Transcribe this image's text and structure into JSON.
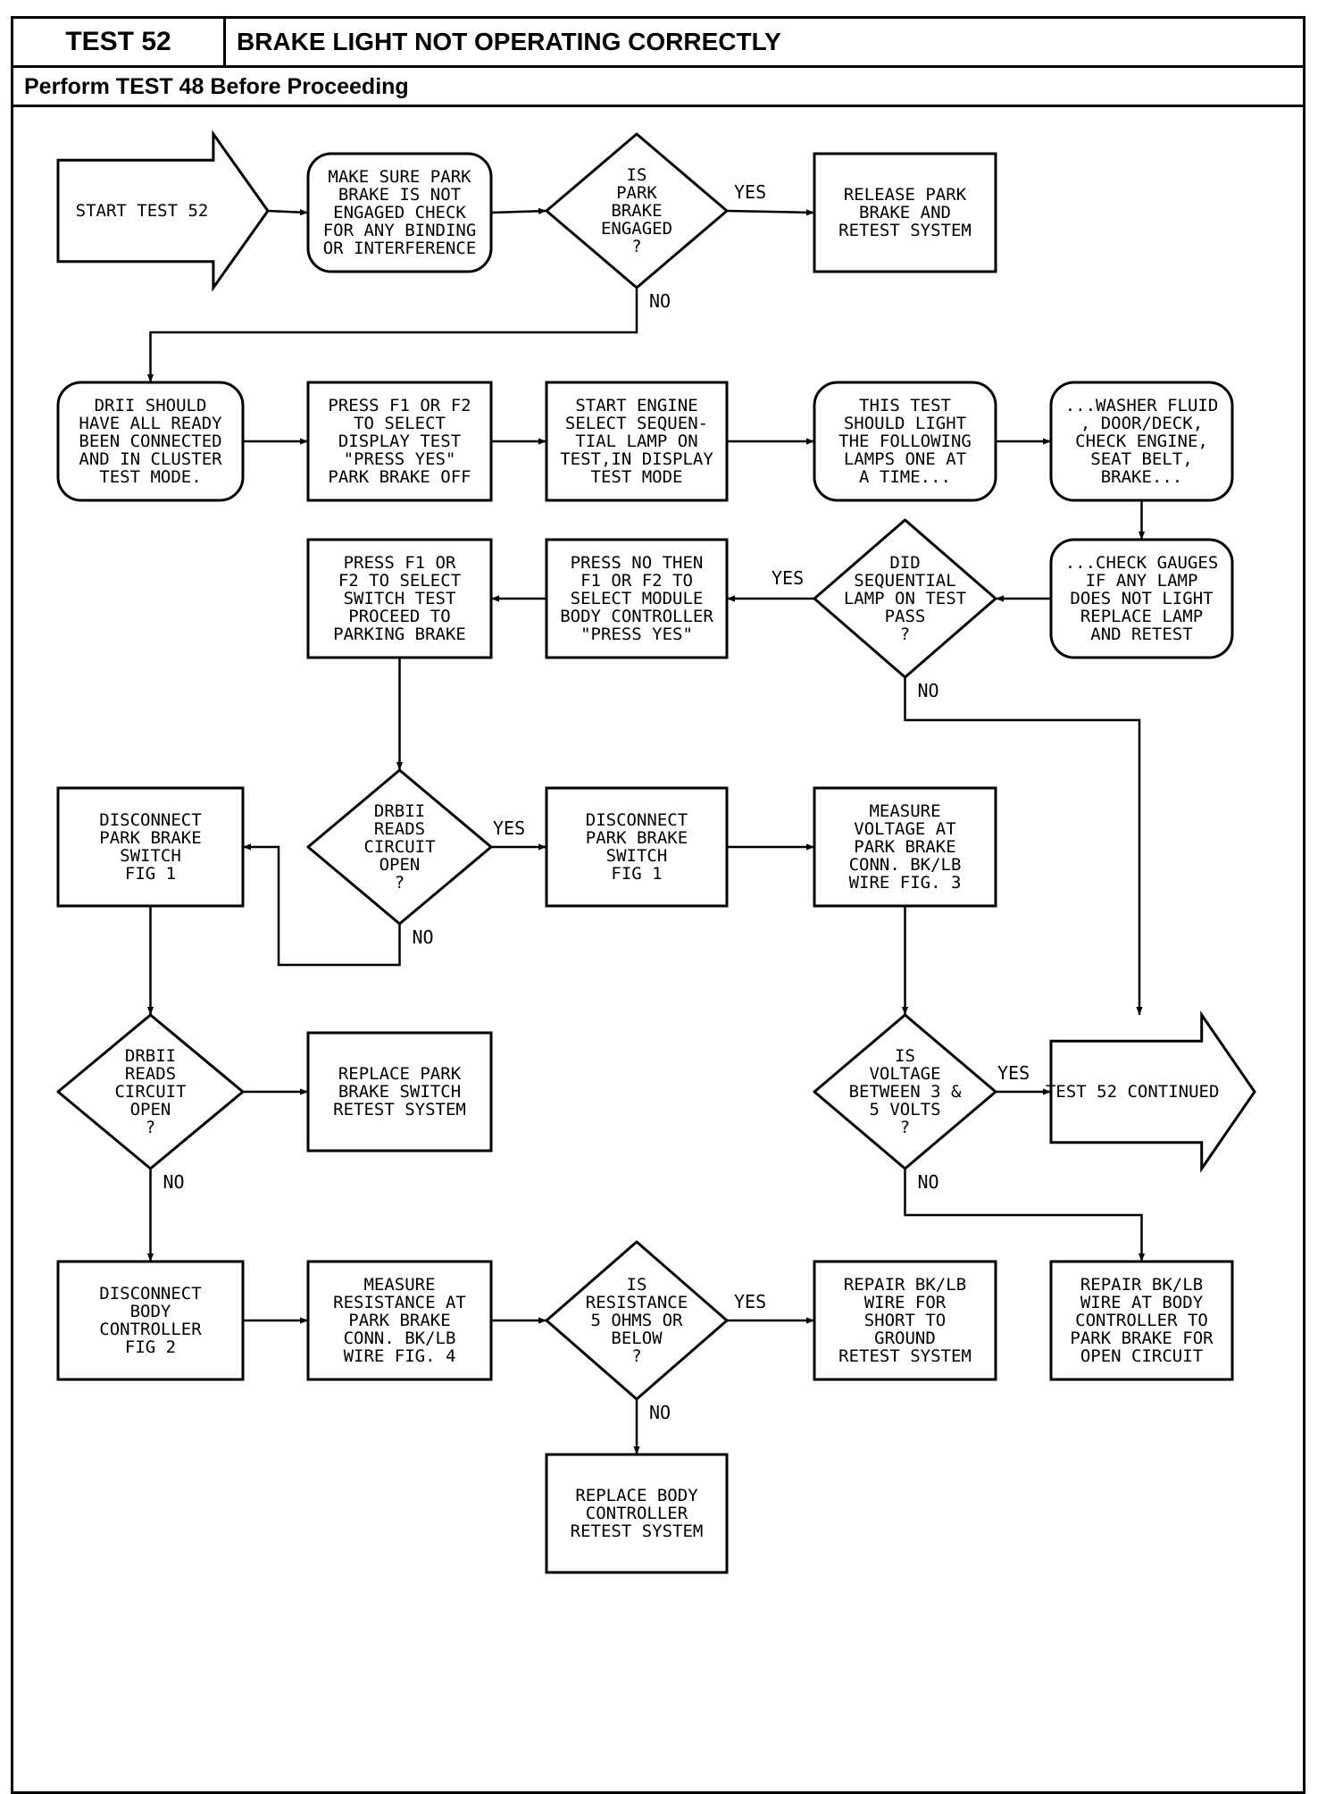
{
  "header": {
    "test_number": "TEST 52",
    "title": "BRAKE LIGHT NOT OPERATING CORRECTLY",
    "prerequisite": "Perform TEST 48 Before Proceeding"
  },
  "flow_labels": {
    "yes": "YES",
    "no": "NO"
  },
  "nodes": {
    "start": [
      "START TEST 52"
    ],
    "check_brake": [
      "MAKE SURE PARK",
      "BRAKE IS NOT",
      "ENGAGED CHECK",
      "FOR ANY BINDING",
      "OR INTERFERENCE"
    ],
    "is_engaged": [
      "IS",
      "PARK",
      "BRAKE",
      "ENGAGED",
      "?"
    ],
    "release_brake": [
      "RELEASE PARK",
      "BRAKE AND",
      "RETEST SYSTEM"
    ],
    "drii_connected": [
      "DRII SHOULD",
      "HAVE ALL READY",
      "BEEN CONNECTED",
      "AND IN CLUSTER",
      "TEST MODE."
    ],
    "press_f1_display": [
      "PRESS F1 OR F2",
      "TO SELECT",
      "DISPLAY TEST",
      "\"PRESS YES\"",
      "PARK BRAKE OFF"
    ],
    "start_engine": [
      "START ENGINE",
      "SELECT SEQUEN-",
      "TIAL LAMP ON",
      "TEST,IN DISPLAY",
      "TEST MODE"
    ],
    "lamps_light": [
      "THIS TEST",
      "SHOULD LIGHT",
      "THE FOLLOWING",
      "LAMPS ONE AT",
      "A TIME..."
    ],
    "washer_fluid": [
      "...WASHER FLUID",
      ", DOOR/DECK,",
      "CHECK ENGINE,",
      "SEAT BELT,",
      "BRAKE..."
    ],
    "check_gauges": [
      "...CHECK GAUGES",
      "IF ANY LAMP",
      "DOES NOT LIGHT",
      "REPLACE LAMP",
      "AND RETEST"
    ],
    "did_sequential_pass": [
      "DID",
      "SEQUENTIAL",
      "LAMP ON TEST",
      "PASS",
      "?"
    ],
    "press_no_body": [
      "PRESS NO THEN",
      "F1 OR F2 TO",
      "SELECT MODULE",
      "BODY CONTROLLER",
      "\"PRESS YES\""
    ],
    "press_f1_switch": [
      "PRESS F1 OR",
      "F2 TO SELECT",
      "SWITCH TEST",
      "PROCEED TO",
      "PARKING BRAKE"
    ],
    "drbii_open_1": [
      "DRBII",
      "READS",
      "CIRCUIT",
      "OPEN",
      "?"
    ],
    "disconnect_switch_left": [
      "DISCONNECT",
      "PARK BRAKE",
      "SWITCH",
      "FIG 1"
    ],
    "disconnect_switch_mid": [
      "DISCONNECT",
      "PARK BRAKE",
      "SWITCH",
      "FIG 1"
    ],
    "measure_voltage": [
      "MEASURE",
      "VOLTAGE AT",
      "PARK BRAKE",
      "CONN. BK/LB",
      "WIRE FIG. 3"
    ],
    "drbii_open_2": [
      "DRBII",
      "READS",
      "CIRCUIT",
      "OPEN",
      "?"
    ],
    "replace_switch": [
      "REPLACE PARK",
      "BRAKE SWITCH",
      "RETEST SYSTEM"
    ],
    "is_voltage": [
      "IS",
      "VOLTAGE",
      "BETWEEN 3 &",
      "5 VOLTS",
      "?"
    ],
    "continued": [
      "TEST 52 CONTINUED"
    ],
    "disconnect_body": [
      "DISCONNECT",
      "BODY",
      "CONTROLLER",
      "FIG 2"
    ],
    "measure_resistance": [
      "MEASURE",
      "RESISTANCE AT",
      "PARK BRAKE",
      "CONN. BK/LB",
      "WIRE FIG. 4"
    ],
    "is_resistance": [
      "IS",
      "RESISTANCE",
      "5 OHMS OR",
      "BELOW",
      "?"
    ],
    "repair_short": [
      "REPAIR BK/LB",
      "WIRE FOR",
      "SHORT TO",
      "GROUND",
      "RETEST SYSTEM"
    ],
    "repair_open": [
      "REPAIR BK/LB",
      "WIRE AT BODY",
      "CONTROLLER TO",
      "PARK BRAKE FOR",
      "OPEN CIRCUIT"
    ],
    "replace_body": [
      "REPLACE BODY",
      "CONTROLLER",
      "RETEST SYSTEM"
    ]
  }
}
